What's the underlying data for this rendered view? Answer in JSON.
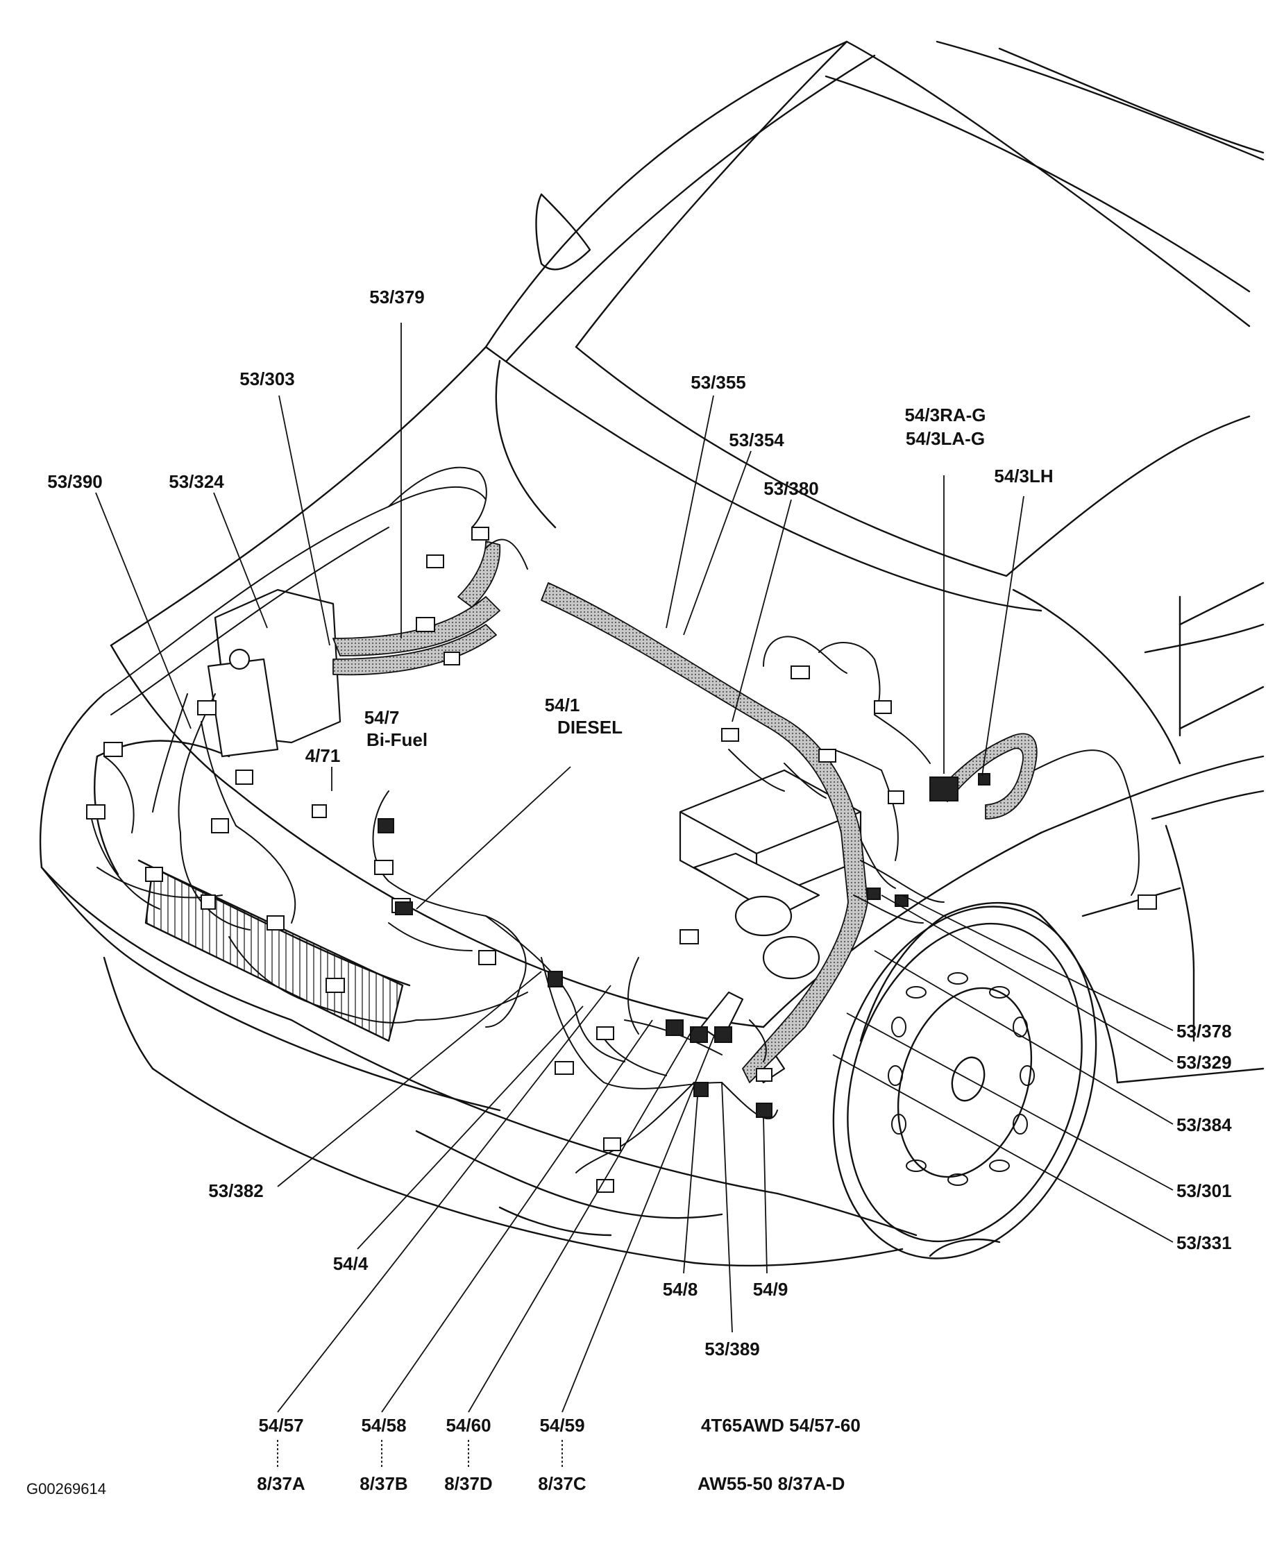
{
  "image_id": "G00269614",
  "labels": {
    "l53_379": "53/379",
    "l53_303": "53/303",
    "l53_390": "53/390",
    "l53_324": "53/324",
    "l53_355": "53/355",
    "l53_354": "53/354",
    "l53_380": "53/380",
    "l54_3ra_g": "54/3RA-G",
    "l54_3la_g": "54/3LA-G",
    "l54_3lh": "54/3LH",
    "l54_7": "54/7",
    "bi_fuel": "Bi-Fuel",
    "l54_1": "54/1",
    "diesel": "DIESEL",
    "l4_71": "4/71",
    "l53_378": "53/378",
    "l53_329": "53/329",
    "l53_384": "53/384",
    "l53_301": "53/301",
    "l53_331": "53/331",
    "l53_382": "53/382",
    "l54_4": "54/4",
    "l54_8": "54/8",
    "l54_9": "54/9",
    "l53_389": "53/389",
    "l54_57": "54/57",
    "l54_58": "54/58",
    "l54_60": "54/60",
    "l54_59": "54/59",
    "l8_37a": "8/37A",
    "l8_37b": "8/37B",
    "l8_37d": "8/37D",
    "l8_37c": "8/37C",
    "note_4t65": "4T65AWD  54/57-60",
    "note_aw55": "AW55-50   8/37A-D"
  },
  "colors": {
    "ink": "#111111",
    "harness_fill": "#9a9a9a",
    "background": "#ffffff"
  }
}
